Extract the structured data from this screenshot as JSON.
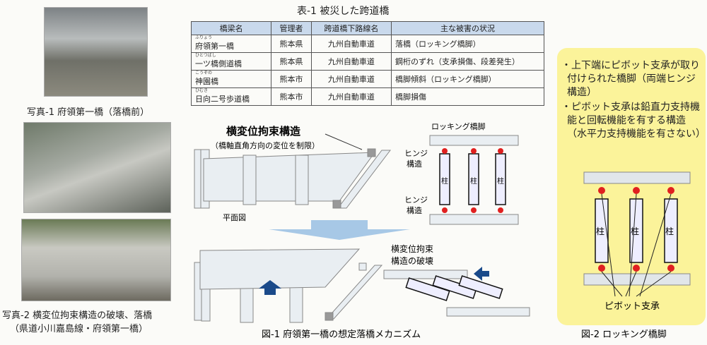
{
  "photos": [
    {
      "caption": "写真-1 府領第一橋（落橋前）"
    },
    {
      "caption_line1": "写真-2 横変位拘束構造の破壊、落橋",
      "caption_line2": "（県道小川嘉島線・府領第一橋）"
    }
  ],
  "table": {
    "title": "表-1 被災した跨道橋",
    "headers": [
      "橋梁名",
      "管理者",
      "跨道橋下路線名",
      "主な被害の状況"
    ],
    "rows": [
      {
        "ruby": "ふりょう",
        "name": "府領第一橋",
        "manager": "熊本県",
        "route": "九州自動車道",
        "damage": "落橋（ロッキング橋脚）"
      },
      {
        "ruby": "ひとつばし",
        "name": "一ツ橋側道橋",
        "manager": "熊本県",
        "route": "九州自動車道",
        "damage": "鋼桁のずれ（支承損傷、段差発生）"
      },
      {
        "ruby": "こうぞの",
        "name": "神園橋",
        "manager": "熊本市",
        "route": "九州自動車道",
        "damage": "橋脚傾斜（ロッキング橋脚）"
      },
      {
        "ruby": "ひむき",
        "name": "日向二号歩道橋",
        "manager": "熊本市",
        "route": "九州自動車道",
        "damage": "橋脚損傷"
      }
    ]
  },
  "fig1": {
    "restraint_title": "横変位拘束構造",
    "restraint_sub": "（橋軸直角方向の変位を制限）",
    "plan_label": "平面図",
    "rocking_label": "ロッキング橋脚",
    "hinge1": "ヒンジ",
    "hinge1b": "構造",
    "hinge2": "ヒンジ",
    "hinge2b": "構造",
    "column": "柱",
    "failure1": "横変位拘束",
    "failure2": "構造の破壊",
    "caption": "図-1 府領第一橋の想定落橋メカニズム"
  },
  "fig2": {
    "bullets": [
      "・上下端にピボット支承が取り付けられた橋脚（両端ヒンジ構造）",
      "・ピボット支承は鉛直力支持機能と回転機能を有する構造（水平力支持機能を有さない）"
    ],
    "column": "柱",
    "pivot_label": "ピボット支承",
    "caption": "図-2 ロッキング橋脚"
  },
  "colors": {
    "hinge": "#e02020",
    "arrow": "#1a4a8a",
    "box": "#fbf39a",
    "header": "#c9d9ec"
  }
}
